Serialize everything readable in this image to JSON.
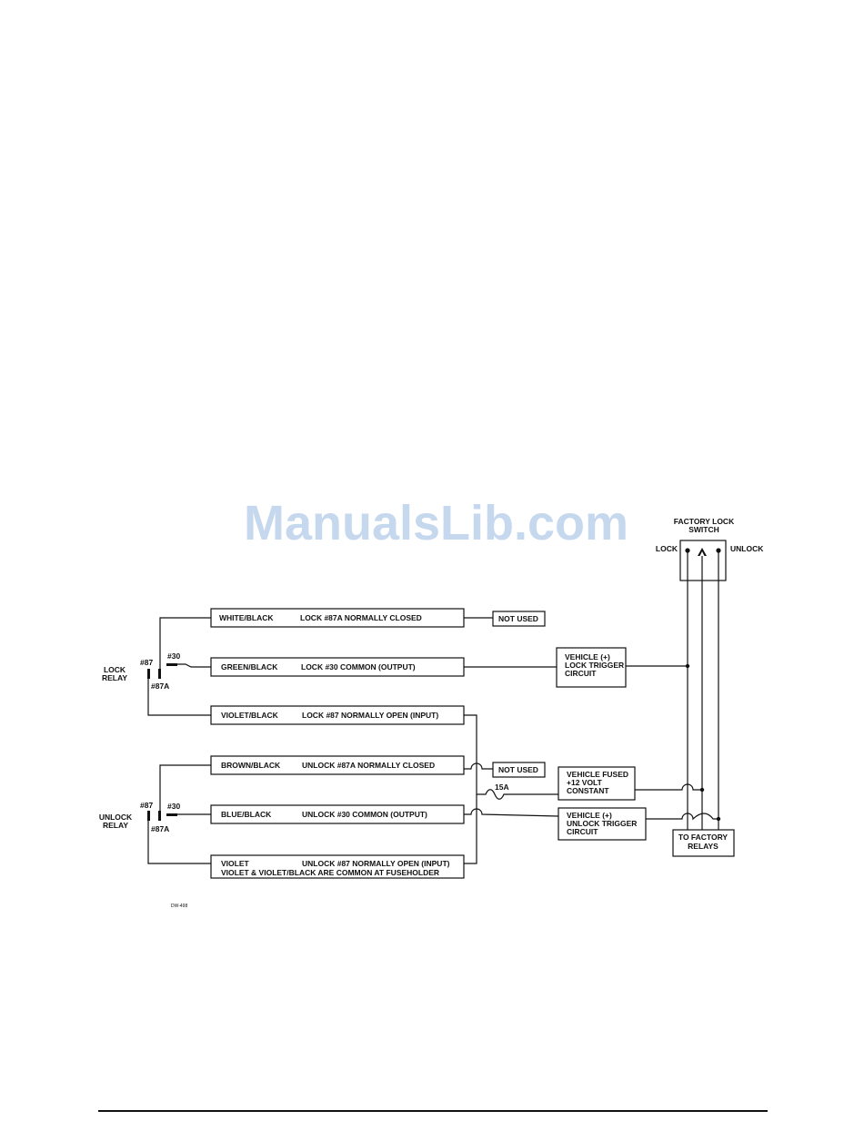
{
  "watermark": "ManualsLib.com",
  "doc_code": "DW-498",
  "switch": {
    "title_line1": "FACTORY LOCK",
    "title_line2": "SWITCH",
    "lock": "LOCK",
    "unlock": "UNLOCK",
    "to_relays_line1": "TO FACTORY",
    "to_relays_line2": "RELAYS"
  },
  "lock_relay": {
    "name_line1": "LOCK",
    "name_line2": "RELAY",
    "pin_87": "#87",
    "pin_87a": "#87A",
    "pin_30": "#30"
  },
  "unlock_relay": {
    "name_line1": "UNLOCK",
    "name_line2": "RELAY",
    "pin_87": "#87",
    "pin_87a": "#87A",
    "pin_30": "#30"
  },
  "wires": [
    {
      "color": "WHITE/BLACK",
      "function": "LOCK #87A NORMALLY CLOSED"
    },
    {
      "color": "GREEN/BLACK",
      "function": "LOCK #30 COMMON (OUTPUT)"
    },
    {
      "color": "VIOLET/BLACK",
      "function": "LOCK #87 NORMALLY OPEN (INPUT)"
    },
    {
      "color": "BROWN/BLACK",
      "function": "UNLOCK #87A NORMALLY CLOSED"
    },
    {
      "color": "BLUE/BLACK",
      "function": "UNLOCK #30 COMMON (OUTPUT)"
    },
    {
      "color": "VIOLET",
      "function": "UNLOCK #87 NORMALLY OPEN (INPUT)",
      "note": "VIOLET & VIOLET/BLACK ARE COMMON AT FUSEHOLDER"
    }
  ],
  "not_used": "NOT USED",
  "fuse": "15A",
  "circuits": {
    "lock_trigger": [
      "VEHICLE (+)",
      "LOCK TRIGGER",
      "CIRCUIT"
    ],
    "fused_constant": [
      "VEHICLE FUSED",
      "+12 VOLT",
      "CONSTANT"
    ],
    "unlock_trigger": [
      "VEHICLE (+)",
      "UNLOCK TRIGGER",
      "CIRCUIT"
    ]
  }
}
